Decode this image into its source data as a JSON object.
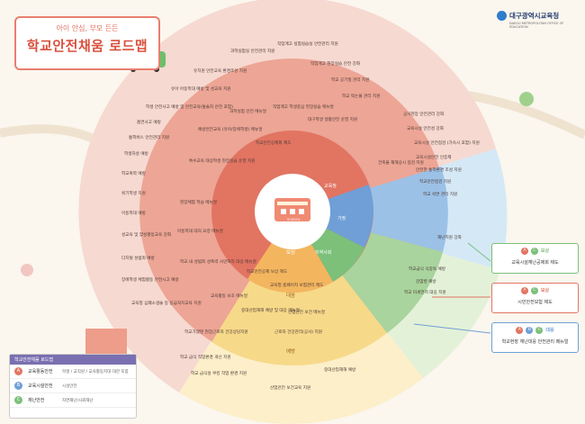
{
  "header": {
    "subtitle": "아이 안심, 부모 든든",
    "title": "학교안전채움 로드맵"
  },
  "brand": {
    "name": "대구광역시교육청",
    "name_en": "DAEGU METROPOLITAN OFFICE OF EDUCATION"
  },
  "center": {
    "bus_label": "SCHOOL"
  },
  "segments": {
    "outer": [
      "학교",
      "교육청",
      "가정",
      "지역사회"
    ],
    "inner": [
      "보상",
      "대응",
      "예방"
    ]
  },
  "items": [
    "직업계고 실험실습실 안전관리 지원",
    "과학실험실 안전관리 지원",
    "직업계고 현장실습 안전 강화",
    "유치원 안전교육 환경조성 지원",
    "학교 공기질 관리 지원",
    "유아 아동학대 예방 및 성교육 지원",
    "학교 먹는물 관리 지원",
    "학생 안전사고 예방 및 안전교육(통솔자 안전 포함)",
    "흡연사고 예방",
    "통학버스 안전관리 지원",
    "학생자살 예방",
    "학교폭력 예방",
    "위기학생 지원",
    "이동학대 예방",
    "성교육 및 양성평등교육 강화",
    "디지털 성범죄 예방",
    "장애학생 체험활동 안전시고 예방",
    "교육청 심폐소생술 등 응급처치교육 지원",
    "공사현장 안전관리 강화",
    "교육시설 안전성 강화",
    "교육시설 안전점검 (가속시 포함) 지원",
    "교육시설안전 인증제",
    "안전한 통학환경 조성 지원",
    "학교안전점검 지원",
    "학교 석면 관리 지원",
    "과학실험 안전 메뉴얼",
    "예방안전교육 (유아/장애학생) 메뉴얼",
    "직업계고 학생중심 현장실습 메뉴얼",
    "대구학생 생활안전 운영 지원",
    "학교안전공제회 제도",
    "특수교육 대상학생 현장실습 운영 지원",
    "건축물 재해상시 점검 지원",
    "현장체험 학습 메뉴얼",
    "아동학대 대처 요령 메뉴얼",
    "학교 내 성범죄 성폭력 사안처리 대응 메뉴얼",
    "교육활동 보호 메뉴얼",
    "중대산업재해 예방 및 대응 메뉴얼",
    "산업안전 보건 메뉴얼",
    "학교가겠텐 현장근로자 건강상담지원",
    "학교 급식 직업환경 개선 지원",
    "근로자 건강관리(공사) 지원",
    "중대산업재해 예방",
    "학교 급식실 쿠킹 작업 환경 지원",
    "산업안전 보건교육 지원",
    "재난지원 강화",
    "학교급식 식중독 예방",
    "감염병 예방",
    "학교 미세먼지 대응 지원",
    "교육시설재난공제회 제도",
    "시민안전보험 제도",
    "학교현장 재난대응 안전관리 메뉴얼",
    "학교안전공제 보상 제도",
    "교육청 홈페이지 보험관리 제도"
  ],
  "callouts": [
    {
      "tags": [
        "A",
        "C",
        "보상"
      ],
      "text": "교육시설재난공제회 제도"
    },
    {
      "tags": [
        "A",
        "C",
        "보상"
      ],
      "text": "시민안전보험 제도"
    },
    {
      "tags": [
        "A",
        "B",
        "C",
        "대응"
      ],
      "text": "학교현장 재난대응 안전관리 메뉴얼"
    }
  ],
  "legend": {
    "title": "학교안전채움 로드맵",
    "rows": [
      {
        "tag": "A",
        "name": "교육활동안전",
        "desc": "학생 / 교직원 / 교육활동지대 대한 포함"
      },
      {
        "tag": "B",
        "name": "교육시설안전",
        "desc": "시설안전"
      },
      {
        "tag": "C",
        "name": "재난안전",
        "desc": "자연재난/사회재난"
      }
    ]
  },
  "colors": {
    "outer_red": "#f2c1b6",
    "mid_red": "#eb8f80",
    "inner_red": "#e06757",
    "blue_light": "#cfe4f5",
    "blue_mid": "#6fa6d9",
    "green_light": "#dff0d4",
    "green_mid": "#7dc27a",
    "yellow_light": "#fbeec0",
    "yellow_mid": "#f5c86a",
    "orange": "#f0a05b"
  }
}
